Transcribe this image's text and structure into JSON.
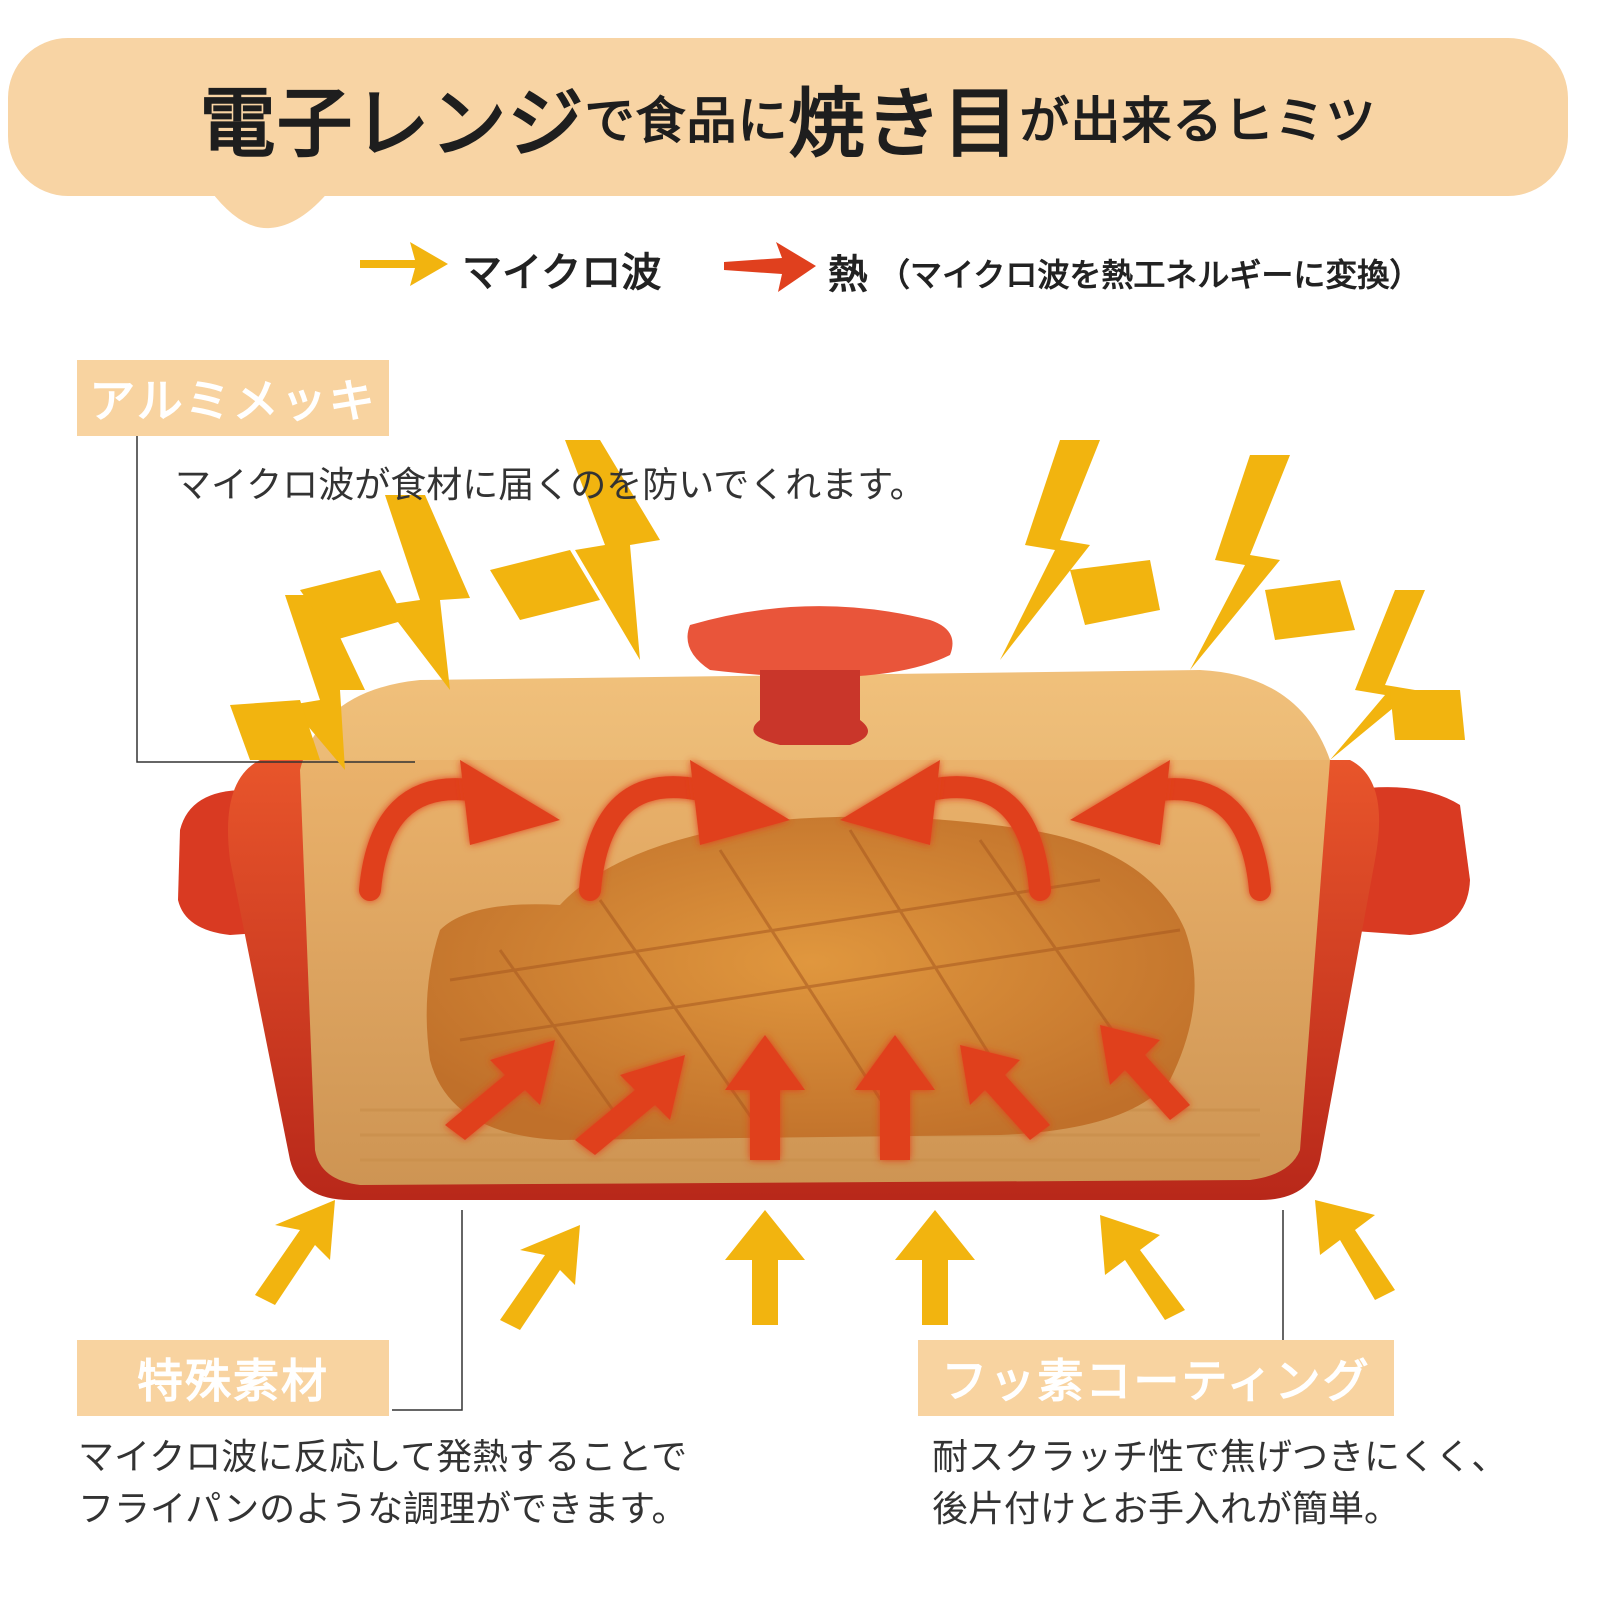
{
  "title": {
    "part1": "電子レンジ",
    "part2": "で食品に",
    "part3": "焼き目",
    "part4": "が出来るヒミツ"
  },
  "legend": {
    "microwave": "マイクロ波",
    "heat": "熱",
    "heat_note": "（マイクロ波を熱工ネルギーに変換）"
  },
  "labels": {
    "aluminum": {
      "title": "アルミメッキ",
      "desc": "マイクロ波が食材に届くのを防いでくれます。"
    },
    "special_material": {
      "title": "特殊素材",
      "desc_line1": "マイクロ波に反応して発熱することで",
      "desc_line2": "フライパンのような調理ができます。"
    },
    "fluorine_coating": {
      "title": "フッ素コーティング",
      "desc_line1": "耐スクラッチ性で焦げつきにくく、",
      "desc_line2": "後片付けとお手入れが簡単。"
    }
  },
  "colors": {
    "banner": "#f8d4a4",
    "label_box": "#f8d3a0",
    "microwave_arrow": "#f2b40f",
    "heat_arrow": "#e0401e",
    "dish_red": "#d93a22",
    "lid_amber": "#d9a660"
  }
}
